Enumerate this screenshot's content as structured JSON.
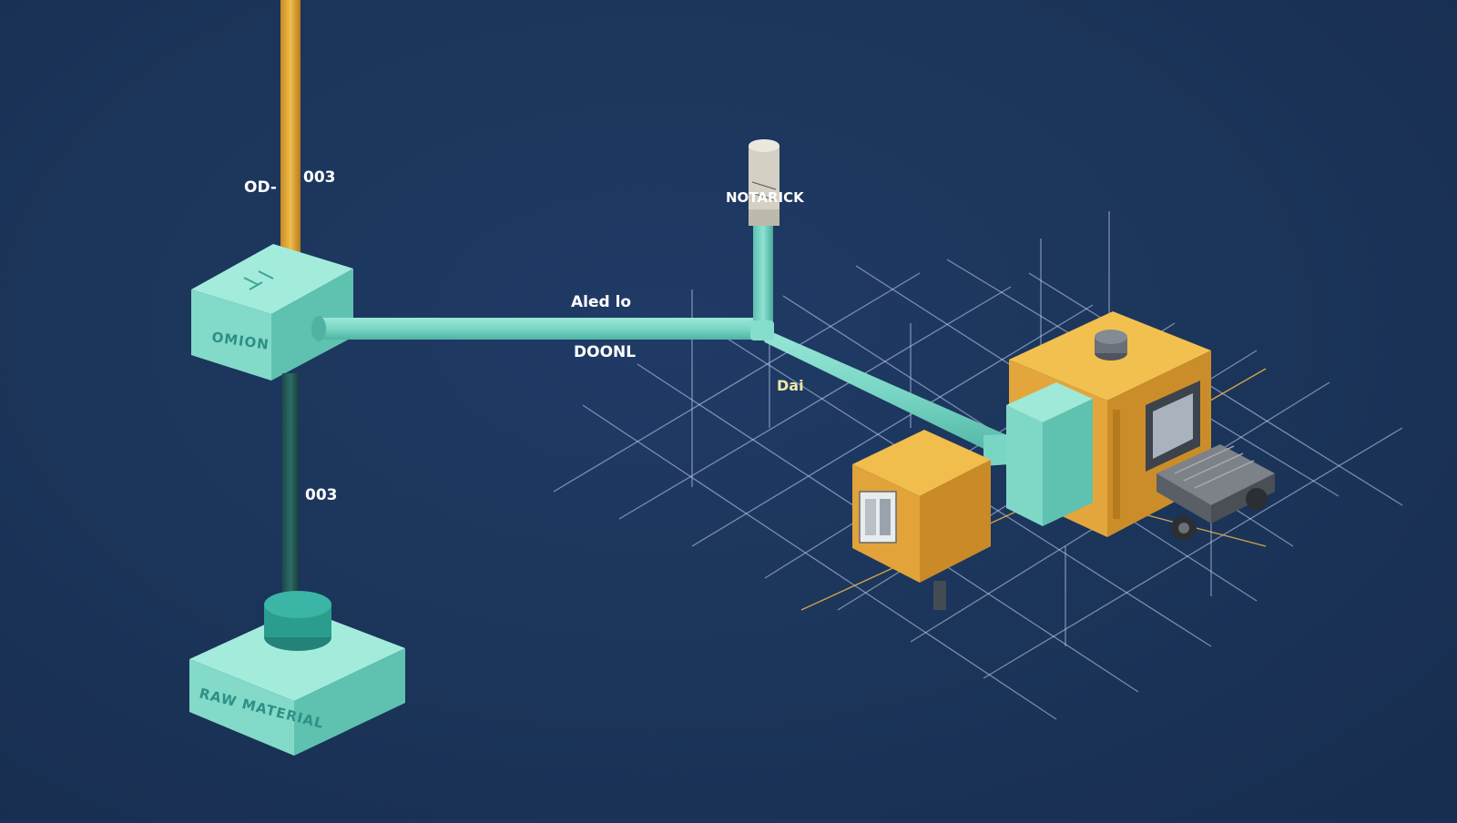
{
  "labels": {
    "top_left_a": "OD-",
    "top_left_b": "003",
    "hub_face": "OMION",
    "mid_pipe": "003",
    "base_face": "RAW MATERIAL",
    "pipe_top": "Aled lo",
    "pipe_bottom": "DOONL",
    "sensor": "NOTARICK",
    "diag_pipe": "Dai"
  },
  "colors": {
    "background": "#1b3459",
    "teal": "#7fdcc9",
    "teal_dark": "#2a9d8f",
    "gold": "#e6a93a",
    "grid": "#c9d6f2",
    "accent_line": "#f0b64a"
  }
}
